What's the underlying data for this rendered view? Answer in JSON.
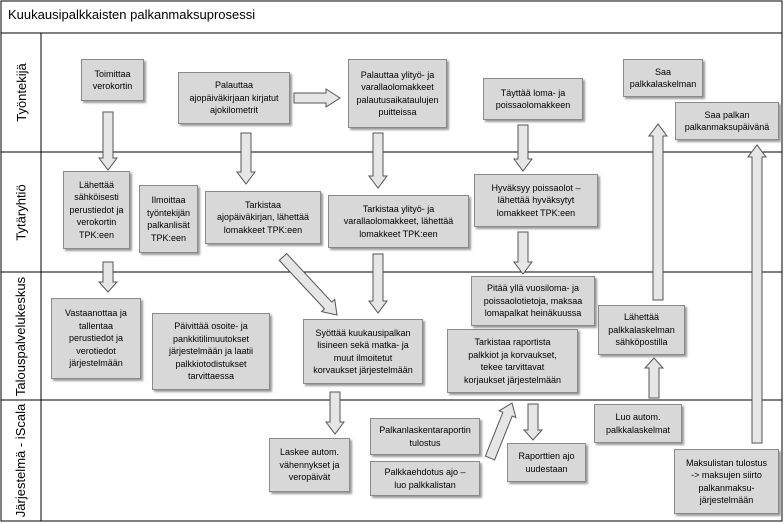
{
  "title": "Kuukausipalkkaisten  palkanmaksuprosessi",
  "lanes": [
    "Työntekijä",
    "Tytäryhtiö",
    "Talouspalvelukeskus",
    "Järjestelmä - iScala"
  ],
  "boxes": {
    "b1": "Toimittaa\nverokortin",
    "b2": "Palauttaa\najopäiväkirjaan kirjatut\najokilometrit",
    "b3": "Palauttaa ylityö- ja\nvarallaolomakkeet\npalautusaikataulujen\npuitteissa",
    "b4": "Täyttää loma- ja\npoissaolomakkeen",
    "b5": "Saa\npalkkalaskelman",
    "b6": "Saa palkan\npalkanmaksupäivänä",
    "b7": "Lähettää\nsähköisesti\nperustiedot ja\nverokortin\nTPK:een",
    "b8": "Ilmoittaa\ntyöntekijän\npalkanlisät\nTPK:een",
    "b9": "Tarkistaa\najopäiväkirjan, lähettää\nlomakkeet TPK:een",
    "b10": "Tarkistaa ylityö- ja\nvarallaolomakkeet, lähettää\nlomakkeet TPK:een",
    "b11": "Hyväksyy poissaolot –\nlähettää hyväksytyt\nlomakkeet TPK:een",
    "b12": "Vastaanottaa ja\ntallentaa\nperustiedot ja\nverotiedot\njärjestelmään",
    "b13": "Päivittää osoite- ja\npankkitilimuutokset\njärjestelmään ja laatii\npalkkiotodistukset\ntarvittaessa",
    "b14": "Syöttää kuukausipalkan\nlisineen sekä matka- ja\nmuut ilmoitetut\nkorvaukset järjestelmään",
    "b15": "Pitää yllä vuosiloma- ja\npoissaolotietoja,  maksaa\nlomapalkat heinäkuussa",
    "b16": "Tarkistaa raportista\npalkkiot ja korvaukset,\ntekee tarvittavat\nkorjaukset järjestelmään",
    "b17": "Lähettää\npalkkalaskelman\nsähköpostilla",
    "b18": "Laskee autom.\nvähennykset ja\nveropäivät",
    "b19": "Palkanlaskentaraportin\ntulostus",
    "b20": "Palkkaehdotus ajo –\nluo palkkalistan",
    "b21": "Raporttien ajo\nuudestaan",
    "b22": "Luo autom.\npalkkalaskelmat",
    "b23": "Maksulistan tulostus\n-> maksujen siirto\npalkanmaksu-\njärjestelmään"
  },
  "colors": {
    "box_fill": "#d8d8d8",
    "box_border": "#8a8a8a",
    "arrow_fill": "#e6e6e6",
    "arrow_stroke": "#555555",
    "lane_line": "#000000"
  }
}
